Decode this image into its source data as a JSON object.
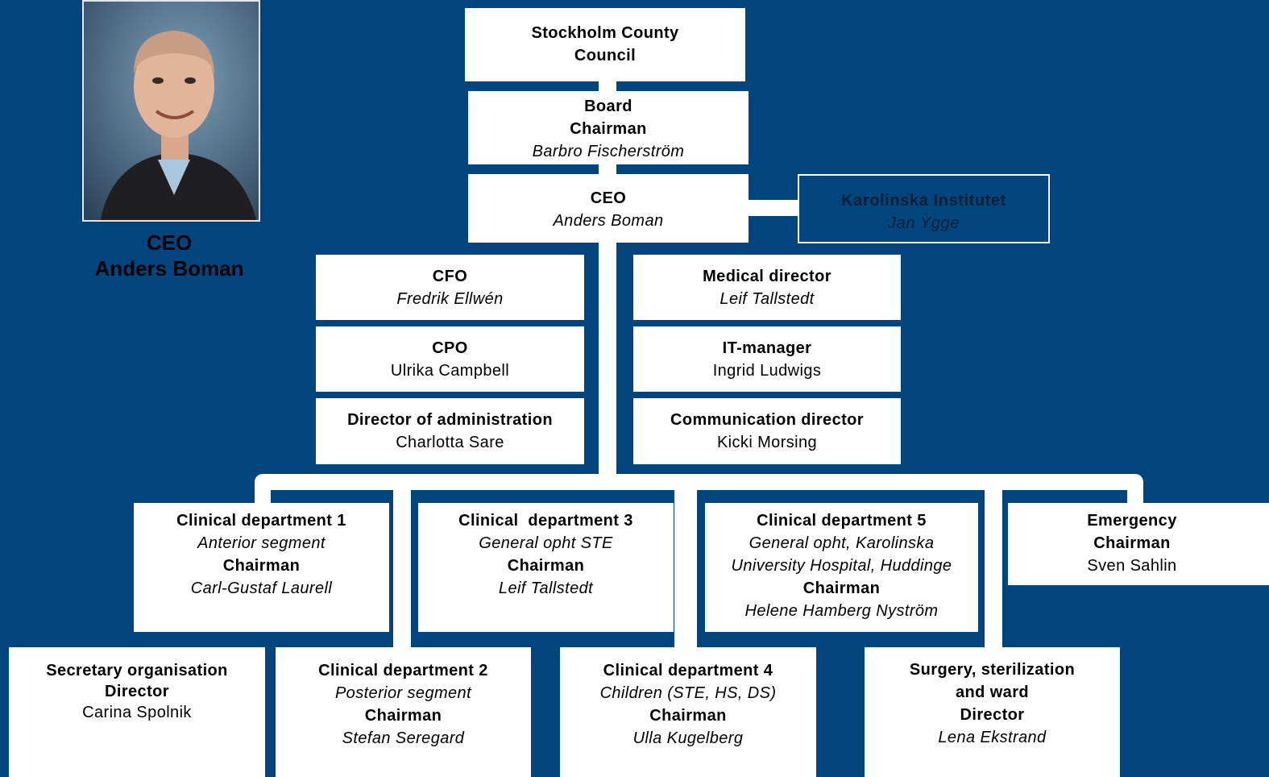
{
  "portrait": {
    "caption_title": "CEO",
    "caption_name": "Anders Boman"
  },
  "council": {
    "line1": "Stockholm County",
    "line2": "Council"
  },
  "board": {
    "title": "Board",
    "role": "Chairman",
    "name": "Barbro Fischerström"
  },
  "ceo": {
    "title": "CEO",
    "name": "Anders Boman"
  },
  "karolinska": {
    "title": "Karolinska Institutet",
    "name": "Jan Ygge"
  },
  "staff_left": [
    {
      "title": "CFO",
      "name": "Fredrik Ellwén"
    },
    {
      "title": "CPO",
      "name": "Ulrika Campbell"
    },
    {
      "title": "Director of administration",
      "name": "Charlotta Sare"
    }
  ],
  "staff_right": [
    {
      "title": "Medical director",
      "name": "Leif Tallstedt"
    },
    {
      "title": "IT-manager",
      "name": "Ingrid Ludwigs"
    },
    {
      "title": "Communication director",
      "name": "Kicki Morsing"
    }
  ],
  "departments": {
    "clin1": {
      "title": "Clinical department 1",
      "area": "Anterior segment",
      "role": "Chairman",
      "name": "Carl-Gustaf Laurell"
    },
    "clin3": {
      "title": "Clinical  department 3",
      "area": "General opht STE",
      "role": "Chairman",
      "name": "Leif Tallstedt"
    },
    "clin5": {
      "title": "Clinical department 5",
      "area1": "General opht, Karolinska",
      "area2": "University Hospital, Huddinge",
      "role": "Chairman",
      "name": "Helene Hamberg Nyström"
    },
    "emergency": {
      "title": "Emergency",
      "role": "Chairman",
      "name": "Sven Sahlin"
    },
    "secretary": {
      "title": "Secretary organisation",
      "role": "Director",
      "name": "Carina Spolnik"
    },
    "clin2": {
      "title": "Clinical department 2",
      "area": "Posterior segment",
      "role": "Chairman",
      "name": "Stefan Seregard"
    },
    "clin4": {
      "title": "Clinical department 4",
      "area": "Children (STE, HS, DS)",
      "role": "Chairman",
      "name": "Ulla Kugelberg"
    },
    "surgery": {
      "title1": "Surgery, sterilization",
      "title2": "and ward",
      "role": "Director",
      "name": "Lena Ekstrand"
    }
  },
  "colors": {
    "background": "#00457e",
    "box": "#ffffff",
    "text": "#000000"
  }
}
